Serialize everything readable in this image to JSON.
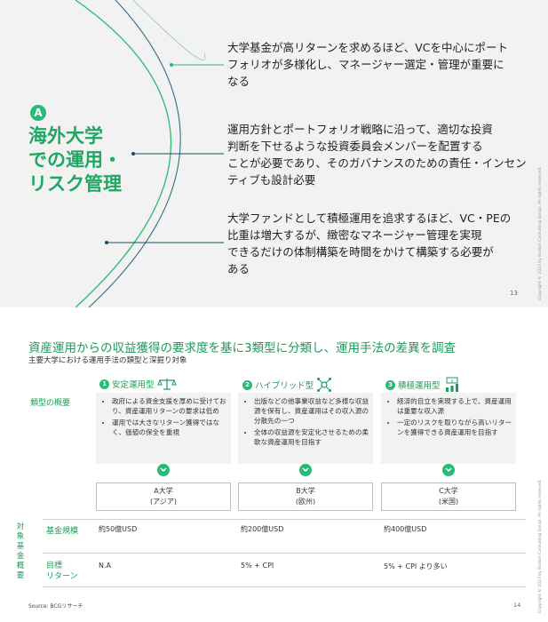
{
  "slide1": {
    "badge": "A",
    "title_lines": [
      "海外大学",
      "での運用・",
      "リスク管理"
    ],
    "points": [
      [
        "大学基金が高リターンを求めるほど、VCを中心にポート",
        "フォリオが多様化し、マネージャー選定・管理が重要に",
        "なる"
      ],
      [
        "運用方針とポートフォリオ戦略に沿って、適切な投資",
        "判断を下せるような投資委員会メンバーを配置する",
        "ことが必要であり、そのガバナンスのための責任・インセン",
        "ティブも設計必要"
      ],
      [
        "大学ファンドとして積極運用を追求するほど、VC・PEの",
        "比重は増大するが、緻密なマネージャー管理を実現",
        "できるだけの体制構築を時間をかけて構築する必要が",
        "ある"
      ]
    ],
    "page_number": "13",
    "copyright": "Copyright © 2023 by Boston Consulting Group. All rights reserved."
  },
  "slide2": {
    "title": "資産運用からの収益獲得の要求度を基に3類型に分類し、運用手法の差異を調査",
    "subtitle": "主要大学における運用手法の類型と深掘り対象",
    "row_labels": {
      "type_overview": "類型の概要",
      "fund_size": "基金規模",
      "target_return_1": "目標",
      "target_return_2": "リターン"
    },
    "vertical_label": [
      "対",
      "象",
      "基",
      "金",
      "概",
      "要"
    ],
    "columns": [
      {
        "number": "1",
        "name": "安定運用型",
        "icon": "balance-scale-icon",
        "bullets": [
          "政府による資金支援を厚めに受けており、資産運用リターンの要求は低め",
          "運用では大きなリターン獲得ではなく、価値の保全を重視"
        ],
        "university": [
          "A大学",
          "(アジア)"
        ],
        "fund_size": "約50億USD",
        "target_return": "N.A"
      },
      {
        "number": "2",
        "name": "ハイブリッド型",
        "icon": "network-hub-icon",
        "bullets": [
          "出版などの他事業収益など多様な収益源を保有し、資産運用はその収入源の分散先の一つ",
          "全体の収益源を安定化させるための柔軟な資産運用を目指す"
        ],
        "university": [
          "B大学",
          "(欧州)"
        ],
        "fund_size": "約200億USD",
        "target_return": "5% + CPI"
      },
      {
        "number": "3",
        "name": "積極運用型",
        "icon": "money-growth-icon",
        "bullets": [
          "経済的自立を実現する上で、資産運用は重要な収入源",
          "一定のリスクを取りながら高いリターンを獲得できる資産運用を目指す"
        ],
        "university": [
          "C大学",
          "(米国)"
        ],
        "fund_size": "約400億USD",
        "target_return": "5% + CPI より多い"
      }
    ],
    "source": "Source: BCGリサーチ",
    "page_number": "14",
    "copyright": "Copyright © 2023 by Boston Consulting Group. All rights reserved.",
    "colors": {
      "accent": "#29ba74",
      "title_green": "#1f9a5a",
      "box_gray": "#f2f2f2"
    }
  }
}
